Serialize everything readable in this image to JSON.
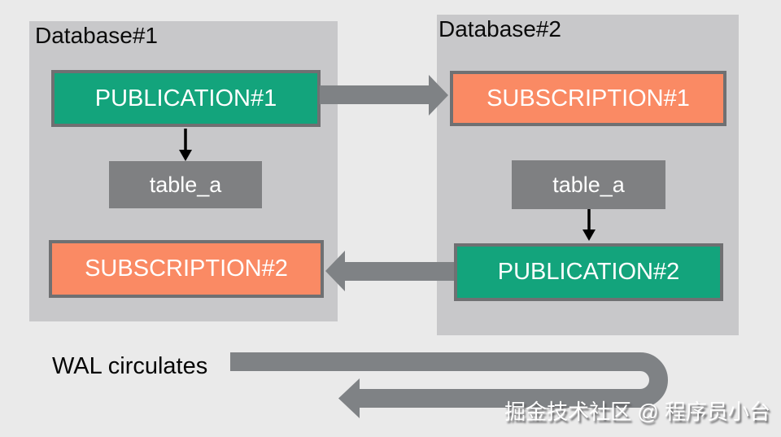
{
  "colors": {
    "background": "#eaeaea",
    "panel_gray": "#c8c8ca",
    "publication_green": "#13a47c",
    "subscription_salmon": "#fa8a64",
    "table_gray": "#7f8082",
    "node_border_gray": "#6f7072",
    "big_arrow_gray": "#7f8285",
    "small_arrow_black": "#000000",
    "node_text": "#ffffff",
    "label_text": "#0a0a0a"
  },
  "databases": [
    {
      "label": "Database#1",
      "nodes": [
        {
          "id": "publication-1",
          "label": "PUBLICATION#1",
          "type": "publication"
        },
        {
          "id": "table-a-db1",
          "label": "table_a",
          "type": "table"
        },
        {
          "id": "subscription-2",
          "label": "SUBSCRIPTION#2",
          "type": "subscription"
        }
      ]
    },
    {
      "label": "Database#2",
      "nodes": [
        {
          "id": "subscription-1",
          "label": "SUBSCRIPTION#1",
          "type": "subscription"
        },
        {
          "id": "table-a-db2",
          "label": "table_a",
          "type": "table"
        },
        {
          "id": "publication-2",
          "label": "PUBLICATION#2",
          "type": "publication"
        }
      ]
    }
  ],
  "arrows": [
    {
      "id": "arrow-pub1-to-sub1",
      "from": "PUBLICATION#1",
      "to": "SUBSCRIPTION#1",
      "style": "big-gray-right"
    },
    {
      "id": "arrow-pub2-to-sub2",
      "from": "PUBLICATION#2",
      "to": "SUBSCRIPTION#2",
      "style": "big-gray-left"
    },
    {
      "id": "arrow-pub1-to-table",
      "from": "PUBLICATION#1",
      "to": "table_a",
      "style": "small-black-down"
    },
    {
      "id": "arrow-table-to-pub2",
      "from": "table_a",
      "to": "PUBLICATION#2",
      "style": "small-black-down"
    },
    {
      "id": "arrow-wal-uturn",
      "from": "right",
      "to": "left",
      "style": "big-gray-uturn"
    }
  ],
  "annotations": {
    "wal_label": "WAL circulates",
    "watermark": "掘金技术社区 @ 程序员小台"
  }
}
